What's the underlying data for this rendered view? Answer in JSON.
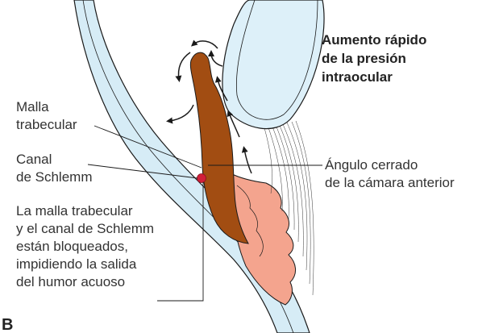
{
  "title_lines": [
    "Aumento rápido",
    "de la presión",
    "intraocular"
  ],
  "labels": {
    "malla": [
      "Malla",
      "trabecular"
    ],
    "canal": [
      "Canal",
      "de Schlemm"
    ],
    "bloqueo": [
      "La malla trabecular",
      "y el canal de Schlemm",
      "están bloqueados,",
      "impidiendo la salida",
      "del humor acuoso"
    ],
    "angulo": [
      "Ángulo cerrado",
      "de la cámara anterior"
    ]
  },
  "figure_letter": "B",
  "colors": {
    "cornea": "#d6ecf6",
    "lens": "#ddf0f9",
    "iris": "#a24d12",
    "ciliary": "#f4a48e",
    "canal_dot": "#d2203a",
    "outline": "#1a1a1a"
  }
}
